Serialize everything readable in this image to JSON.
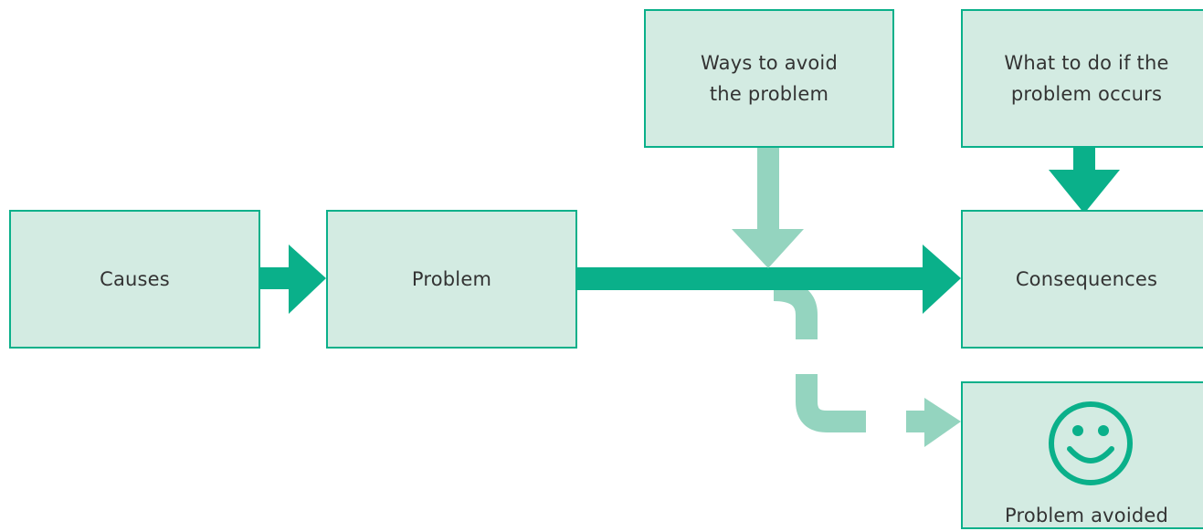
{
  "diagram": {
    "colors": {
      "box_fill": "#d3ebe2",
      "box_border": "#0ab08a",
      "arrow_dark": "#0ab08a",
      "arrow_light": "#94d4bf",
      "text": "#333333"
    },
    "nodes": {
      "causes": "Causes",
      "problem": "Problem",
      "ways_to_avoid": "Ways to avoid\nthe problem",
      "what_to_do": "What to do if the\nproblem occurs",
      "consequences": "Consequences",
      "problem_avoided": "Problem avoided"
    },
    "edges": [
      {
        "from": "causes",
        "to": "problem",
        "style": "solid"
      },
      {
        "from": "problem",
        "to": "consequences",
        "style": "solid"
      },
      {
        "from": "ways_to_avoid",
        "to": "problem-consequences-path",
        "style": "light"
      },
      {
        "from": "what_to_do",
        "to": "consequences",
        "style": "solid"
      },
      {
        "from": "problem-consequences-path",
        "to": "problem_avoided",
        "style": "light-dashed"
      }
    ],
    "icons": {
      "problem_avoided": "smiley-icon"
    }
  }
}
